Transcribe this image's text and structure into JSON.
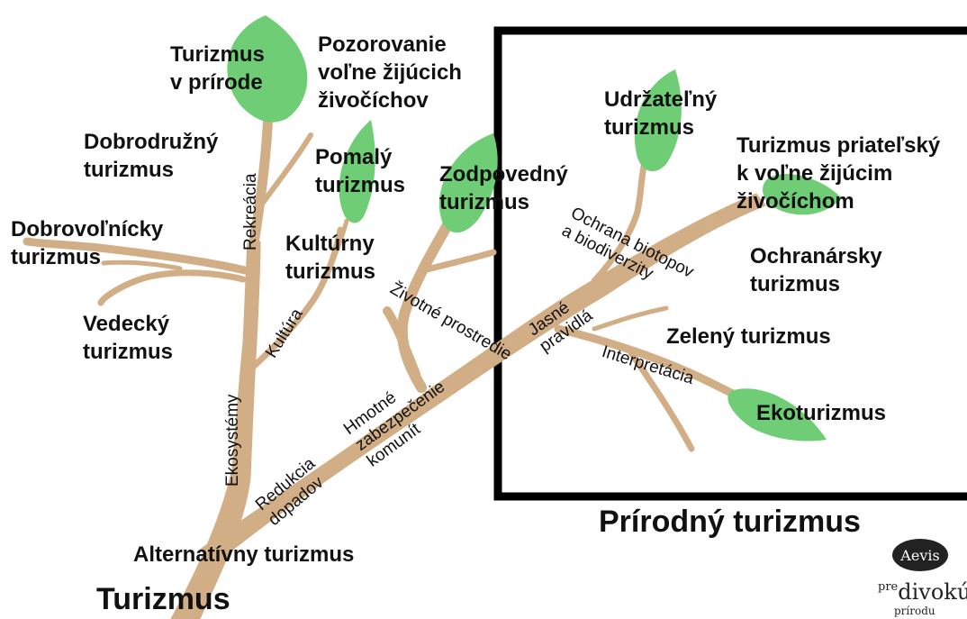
{
  "colors": {
    "branch": "#d2ae86",
    "leaf": "#6fce75",
    "frame": "#000000",
    "text": "#111111"
  },
  "title": "Turizmus",
  "frame_title": "Prírodný turizmus",
  "root_label": "Alternatívny turizmus",
  "leaf_labels": {
    "turizmus_v_prirode": [
      "Turizmus",
      "v prírode"
    ],
    "pozorovanie": [
      "Pozorovanie",
      "voľne žijúcich",
      "živočíchov"
    ],
    "dobrodruzny": [
      "Dobrodružný",
      "turizmus"
    ],
    "pomaly": [
      "Pomalý",
      "turizmus"
    ],
    "zodpovedny": [
      "Zodpovedný",
      "turizmus"
    ],
    "udrzatelny": [
      "Udržateľný",
      "turizmus"
    ],
    "priatelsky": [
      "Turizmus priateľský",
      "k voľne žijúcim",
      "živočíchom"
    ],
    "dobrovolnicky": [
      "Dobrovoľnícky",
      "turizmus"
    ],
    "kulturny": [
      "Kultúrny",
      "turizmus"
    ],
    "ochranarsky": [
      "Ochranársky",
      "turizmus"
    ],
    "vedecky": [
      "Vedecký",
      "turizmus"
    ],
    "zeleny": [
      "Zelený turizmus"
    ],
    "ekoturizmus": [
      "Ekoturizmus"
    ]
  },
  "branch_labels": {
    "rekreacia": [
      "Rekreácia"
    ],
    "kultura": [
      "Kultúra"
    ],
    "ekosystemy": [
      "Ekosystémy"
    ],
    "redukcia": [
      "Redukcia",
      "dopadov"
    ],
    "hmotne": [
      "Hmotné",
      "zabezpečenie",
      "komunít"
    ],
    "zivotne": [
      "Životné prostredie"
    ],
    "jasne": [
      "Jasné",
      "pravidlá"
    ],
    "ochrana": [
      "Ochrana biotopov",
      "a biodiverzity"
    ],
    "interpretacia": [
      "Interpretácia"
    ]
  },
  "logo": {
    "name": "Aevis",
    "line1_pre": "pre",
    "line1_main": "divokú",
    "line2": "prírodu"
  }
}
